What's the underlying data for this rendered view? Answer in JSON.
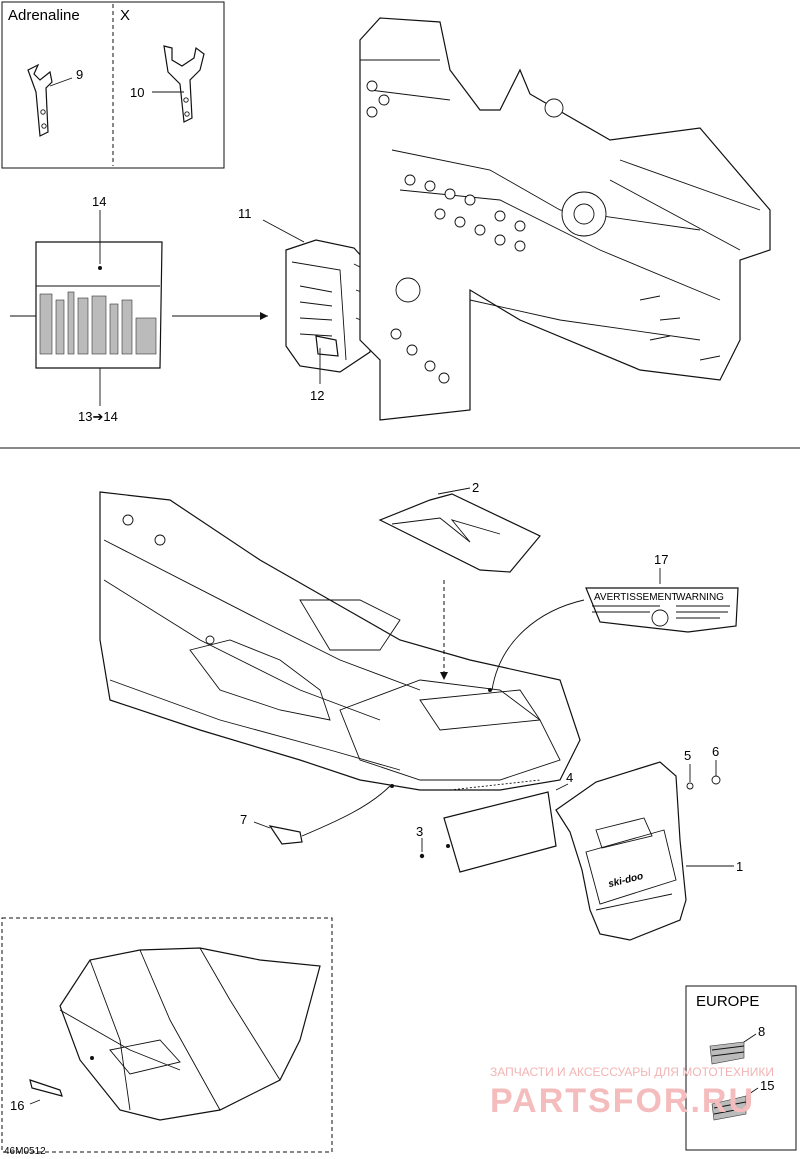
{
  "boxes": {
    "tool_box_adrenaline": "Adrenaline",
    "tool_box_x": "X",
    "europe_box": "EUROPE"
  },
  "callouts": {
    "c1": "1",
    "c2": "2",
    "c3": "3",
    "c4": "4",
    "c5": "5",
    "c6": "6",
    "c7": "7",
    "c8": "8",
    "c9": "9",
    "c10": "10",
    "c11": "11",
    "c12": "12",
    "c13_14": "13➔14",
    "c14": "14",
    "c15": "15",
    "c16": "16",
    "c17": "17"
  },
  "figure_code": "46M0512",
  "watermark": {
    "line1": "ЗАПЧАСТИ И АКСЕССУАРЫ ДЛЯ МОТОТЕХНИКИ",
    "line2": "PARTSFOR.RU"
  },
  "decal": {
    "left_title": "AVERTISSEMENT",
    "right_title": "WARNING"
  },
  "flap_logo": "ski-doo"
}
